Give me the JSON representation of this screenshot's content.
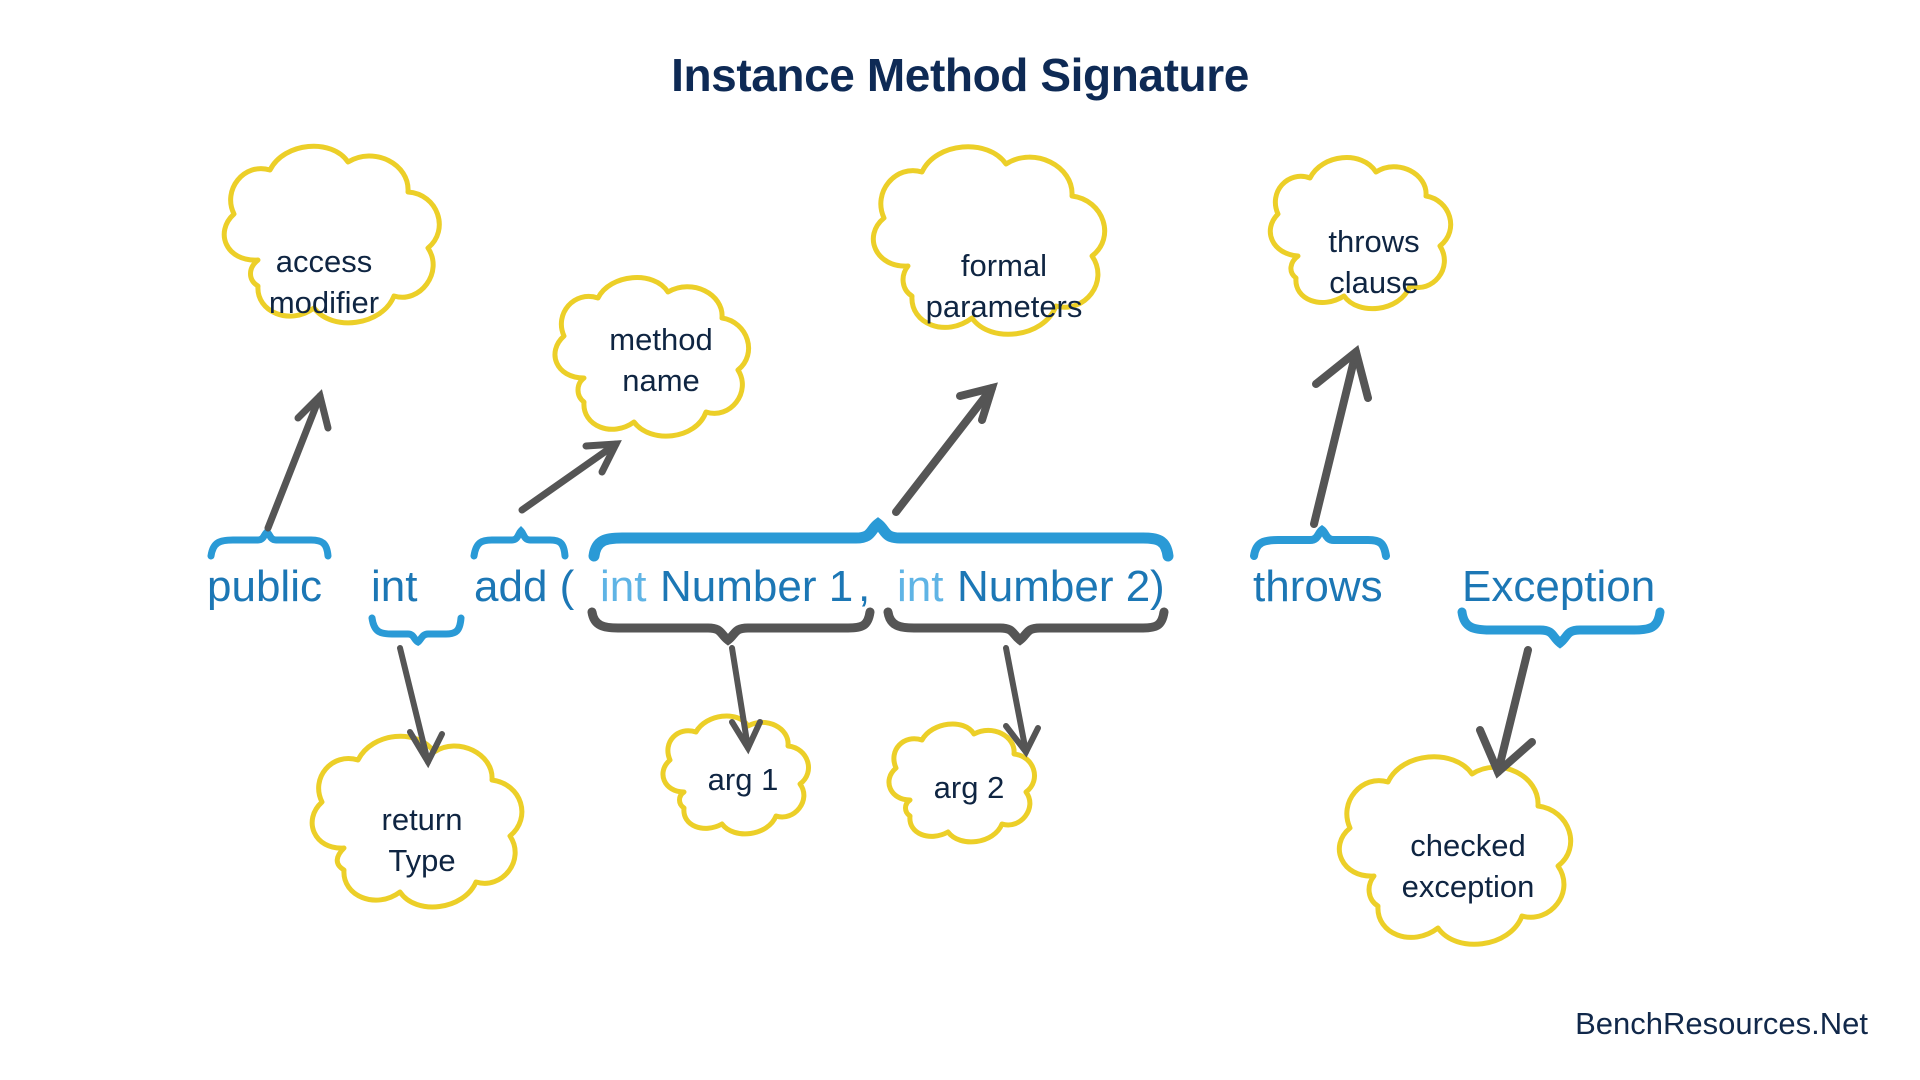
{
  "page": {
    "title": "Instance Method Signature",
    "watermark": "BenchResources.Net",
    "background": "#ffffff"
  },
  "colors": {
    "title_navy": "#0e2a55",
    "cloud_outline_yellow": "#eccf28",
    "cloud_text_navy": "#0f2542",
    "code_blue": "#1c77b5",
    "code_blue_light": "#5fb4e5",
    "brace_blue": "#2a9ad6",
    "brace_gray": "#555555",
    "arrow_gray": "#555555"
  },
  "code_line": {
    "tokens": [
      {
        "text": "public",
        "color": "code_blue"
      },
      {
        "text": "int",
        "color": "code_blue"
      },
      {
        "text": "add (",
        "color": "code_blue"
      },
      {
        "text": "int",
        "color": "code_blue_light"
      },
      {
        "text": "Number 1",
        "color": "code_blue"
      },
      {
        "text": ",",
        "color": "code_blue"
      },
      {
        "text": "int",
        "color": "code_blue_light"
      },
      {
        "text": "Number 2",
        "color": "code_blue"
      },
      {
        "text": ")",
        "color": "code_blue"
      },
      {
        "text": "throws",
        "color": "code_blue"
      },
      {
        "text": "Exception",
        "color": "code_blue"
      }
    ]
  },
  "clouds": [
    {
      "id": "access-modifier",
      "label": "access\nmodifier",
      "points_to": "public"
    },
    {
      "id": "method-name",
      "label": "method\nname",
      "points_to": "add ("
    },
    {
      "id": "formal-parameters",
      "label": "formal\nparameters",
      "points_to": "( int Number 1, int Number 2 )"
    },
    {
      "id": "throws-clause",
      "label": "throws\nclause",
      "points_to": "throws"
    },
    {
      "id": "return-type",
      "label": "return\nType",
      "points_to": "int"
    },
    {
      "id": "arg-1",
      "label": "arg 1",
      "points_to": "int Number 1"
    },
    {
      "id": "arg-2",
      "label": "arg 2",
      "points_to": "int Number 2"
    },
    {
      "id": "checked-exception",
      "label": "checked\nexception",
      "points_to": "Exception"
    }
  ],
  "braces": [
    {
      "id": "brace-public",
      "orientation": "above",
      "color": "brace_blue",
      "target": "public"
    },
    {
      "id": "brace-int",
      "orientation": "below",
      "color": "brace_blue",
      "target": "int"
    },
    {
      "id": "brace-add",
      "orientation": "above",
      "color": "brace_blue",
      "target": "add ("
    },
    {
      "id": "brace-parameters",
      "orientation": "above",
      "color": "brace_blue",
      "target": "( int Number 1, int Number 2 )"
    },
    {
      "id": "brace-arg1",
      "orientation": "below",
      "color": "brace_gray",
      "target": "int Number 1"
    },
    {
      "id": "brace-arg2",
      "orientation": "below",
      "color": "brace_gray",
      "target": "int Number 2"
    },
    {
      "id": "brace-throws",
      "orientation": "above",
      "color": "brace_blue",
      "target": "throws"
    },
    {
      "id": "brace-exception",
      "orientation": "below",
      "color": "brace_blue",
      "target": "Exception"
    }
  ]
}
